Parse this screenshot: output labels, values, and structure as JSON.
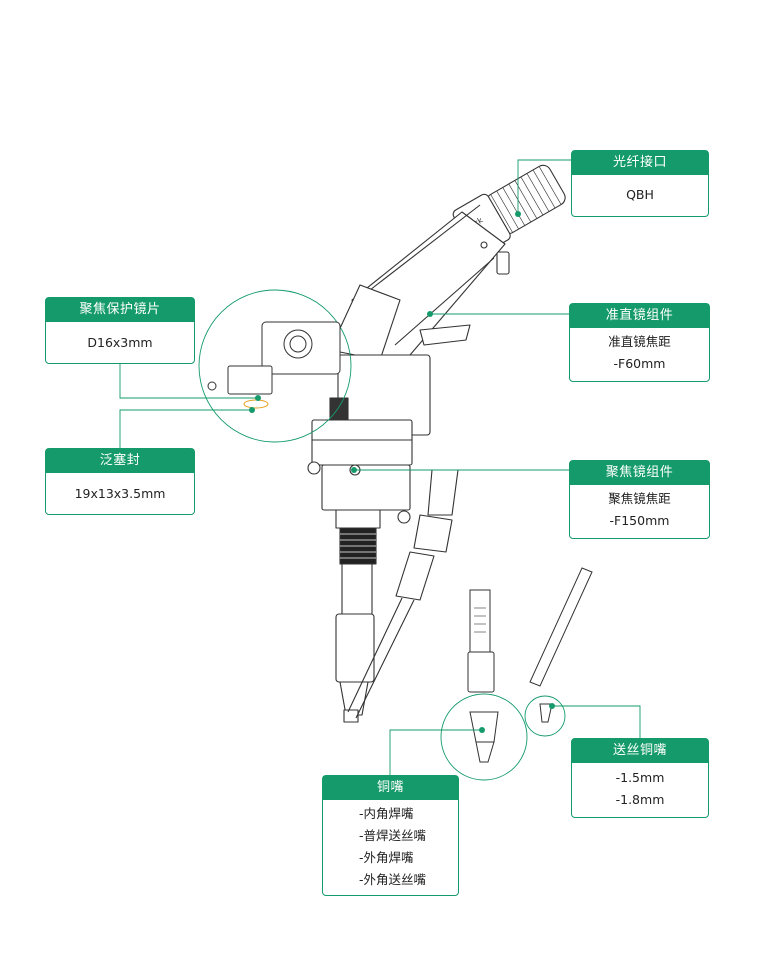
{
  "colors": {
    "accent": "#159b6b",
    "line": "#333333",
    "callout_text": "#222222"
  },
  "fiber_port": {
    "title": "光纤接口",
    "lines": [
      "QBH"
    ]
  },
  "collimator": {
    "title": "准直镜组件",
    "lines": [
      "准直镜焦距",
      "-F60mm"
    ]
  },
  "focus_lens": {
    "title": "聚焦保护镜片",
    "lines": [
      "D16x3mm"
    ]
  },
  "plug_seal": {
    "title": "泛塞封",
    "lines": [
      "19x13x3.5mm"
    ]
  },
  "focusing": {
    "title": "聚焦镜组件",
    "lines": [
      "聚焦镜焦距",
      "-F150mm"
    ]
  },
  "copper_nozzle": {
    "title": "铜嘴",
    "lines": [
      "-内角焊嘴",
      "-普焊送丝嘴",
      "-外角焊嘴",
      "-外角送丝嘴"
    ]
  },
  "wire_nozzle": {
    "title": "送丝铜嘴",
    "lines": [
      "-1.5mm",
      "-1.8mm"
    ]
  },
  "logo_text": "lock"
}
